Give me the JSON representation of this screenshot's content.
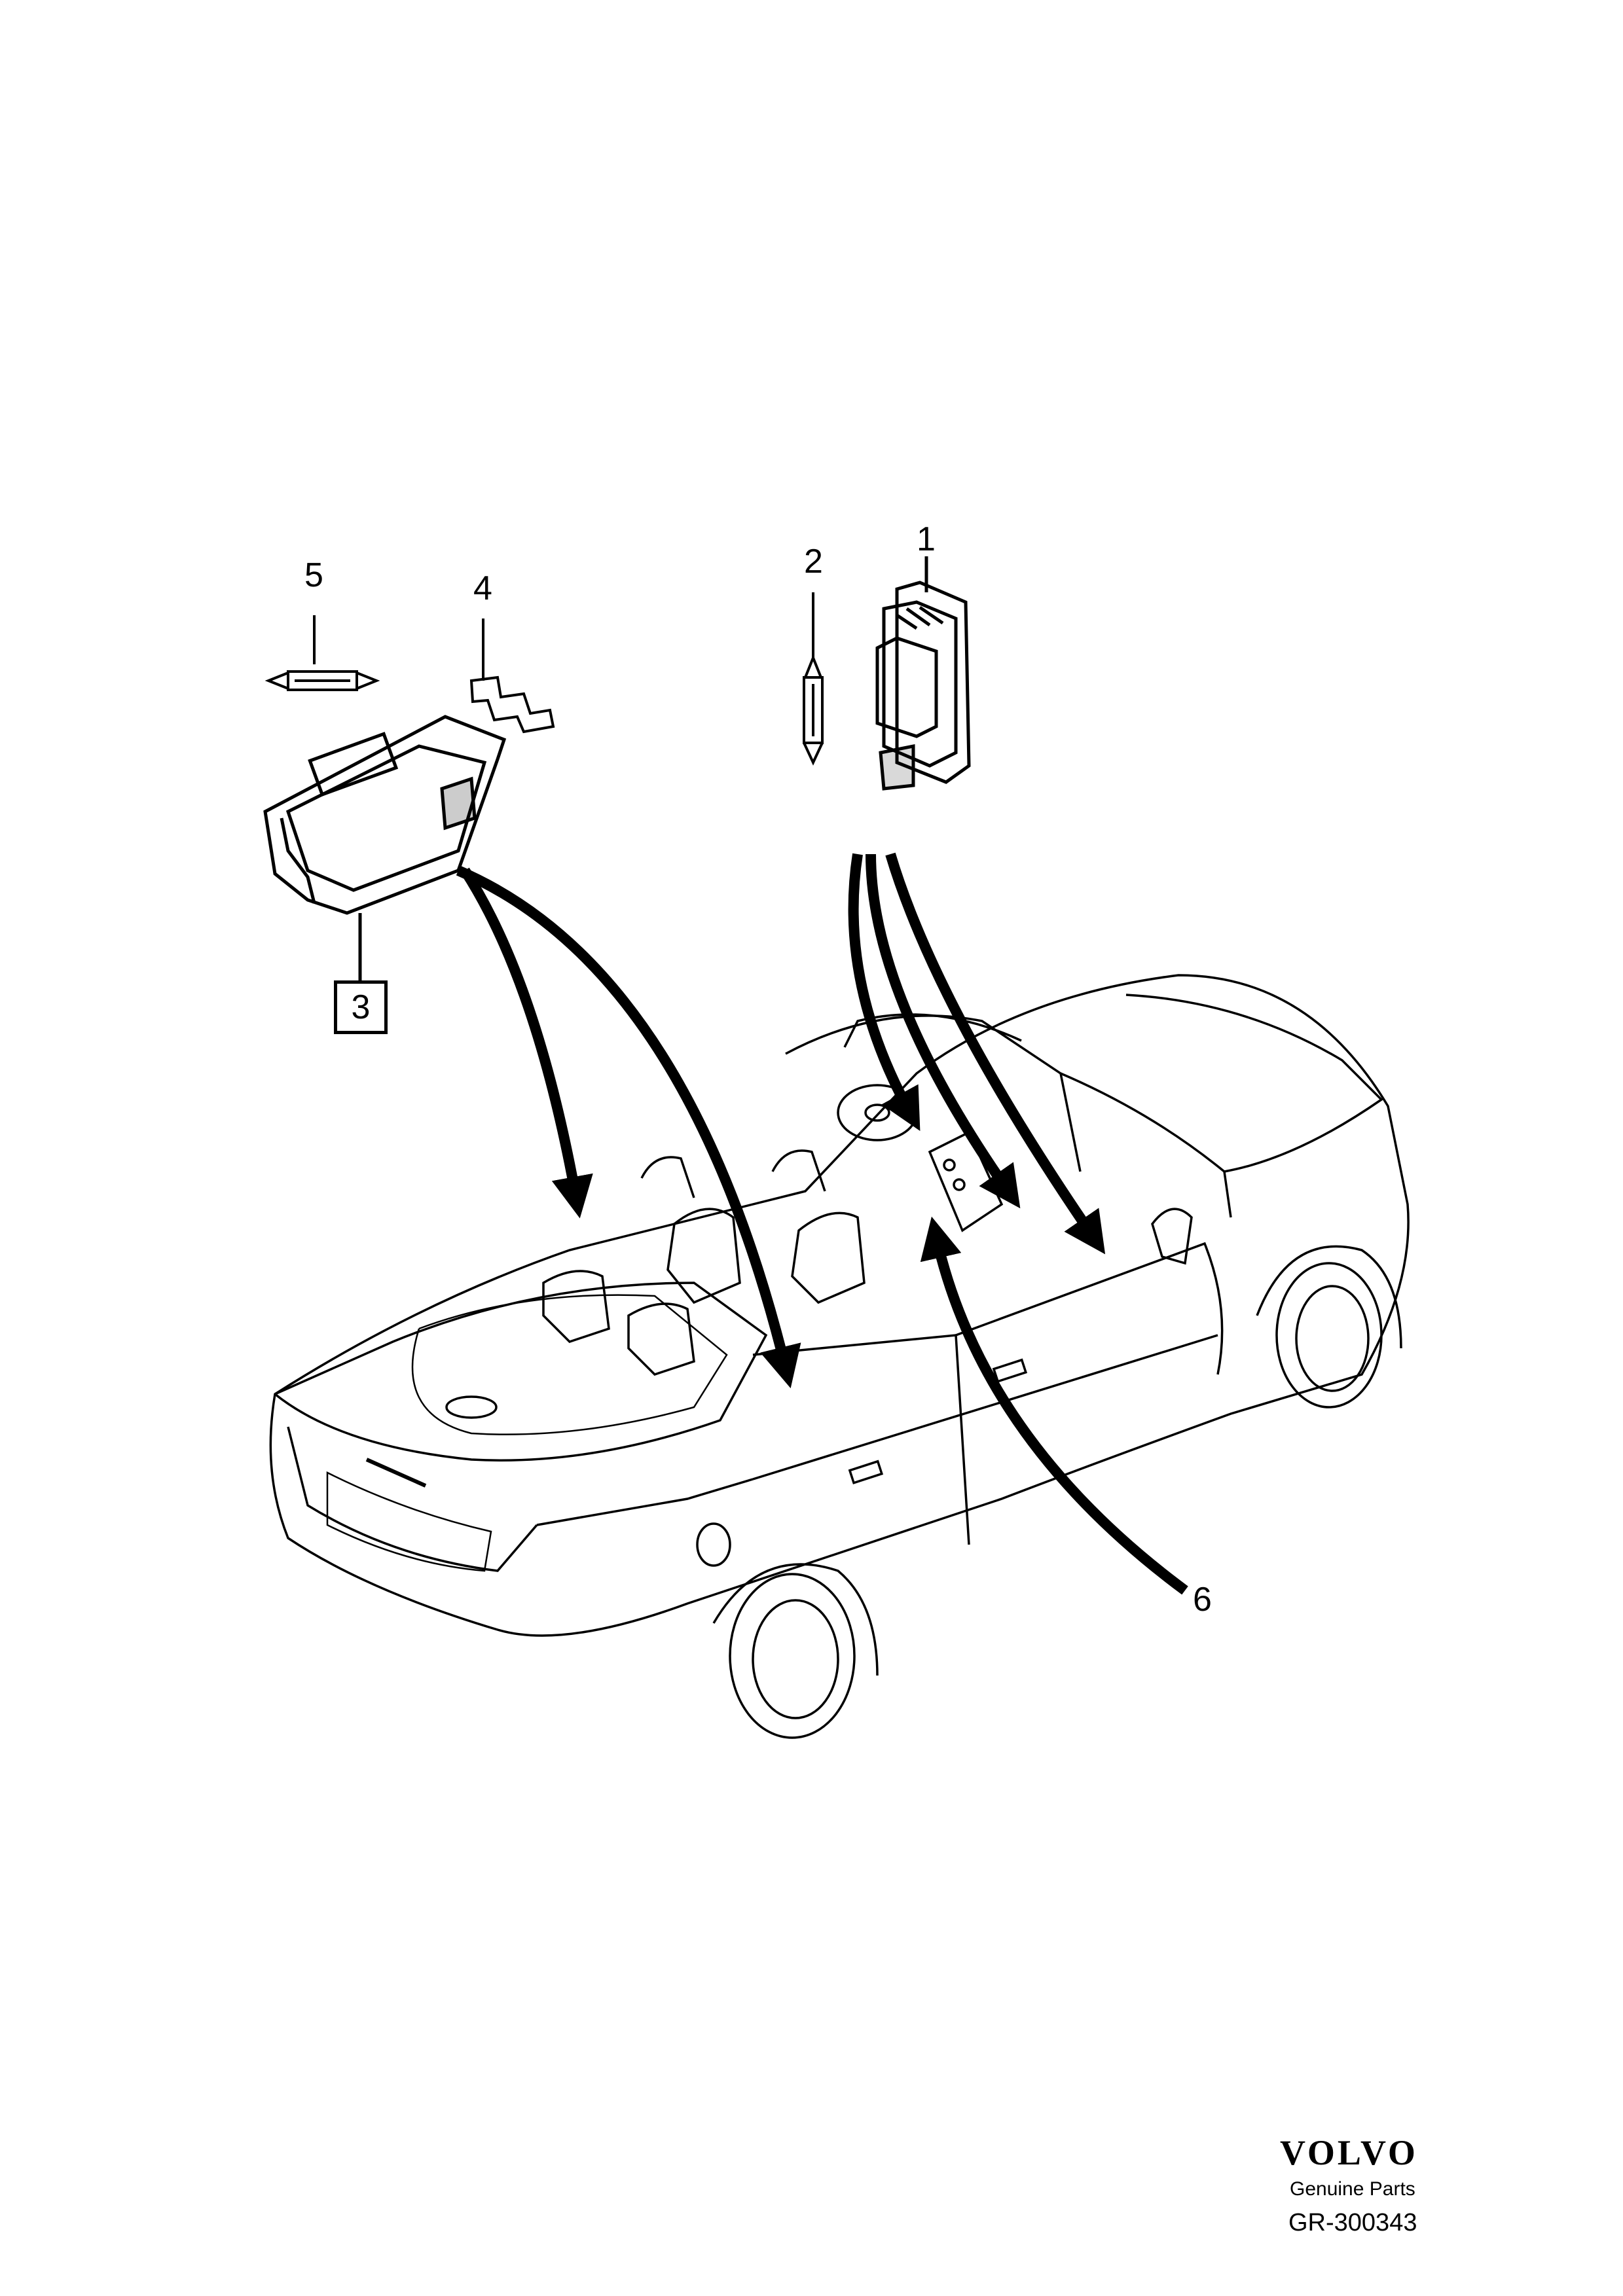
{
  "callouts": {
    "c1": "1",
    "c2": "2",
    "c3": "3",
    "c4": "4",
    "c5": "5",
    "c6": "6"
  },
  "footer": {
    "brand": "VOLVO",
    "subtitle": "Genuine Parts",
    "drawing_code": "GR-300343"
  },
  "colors": {
    "line": "#000000",
    "background": "#ffffff"
  }
}
